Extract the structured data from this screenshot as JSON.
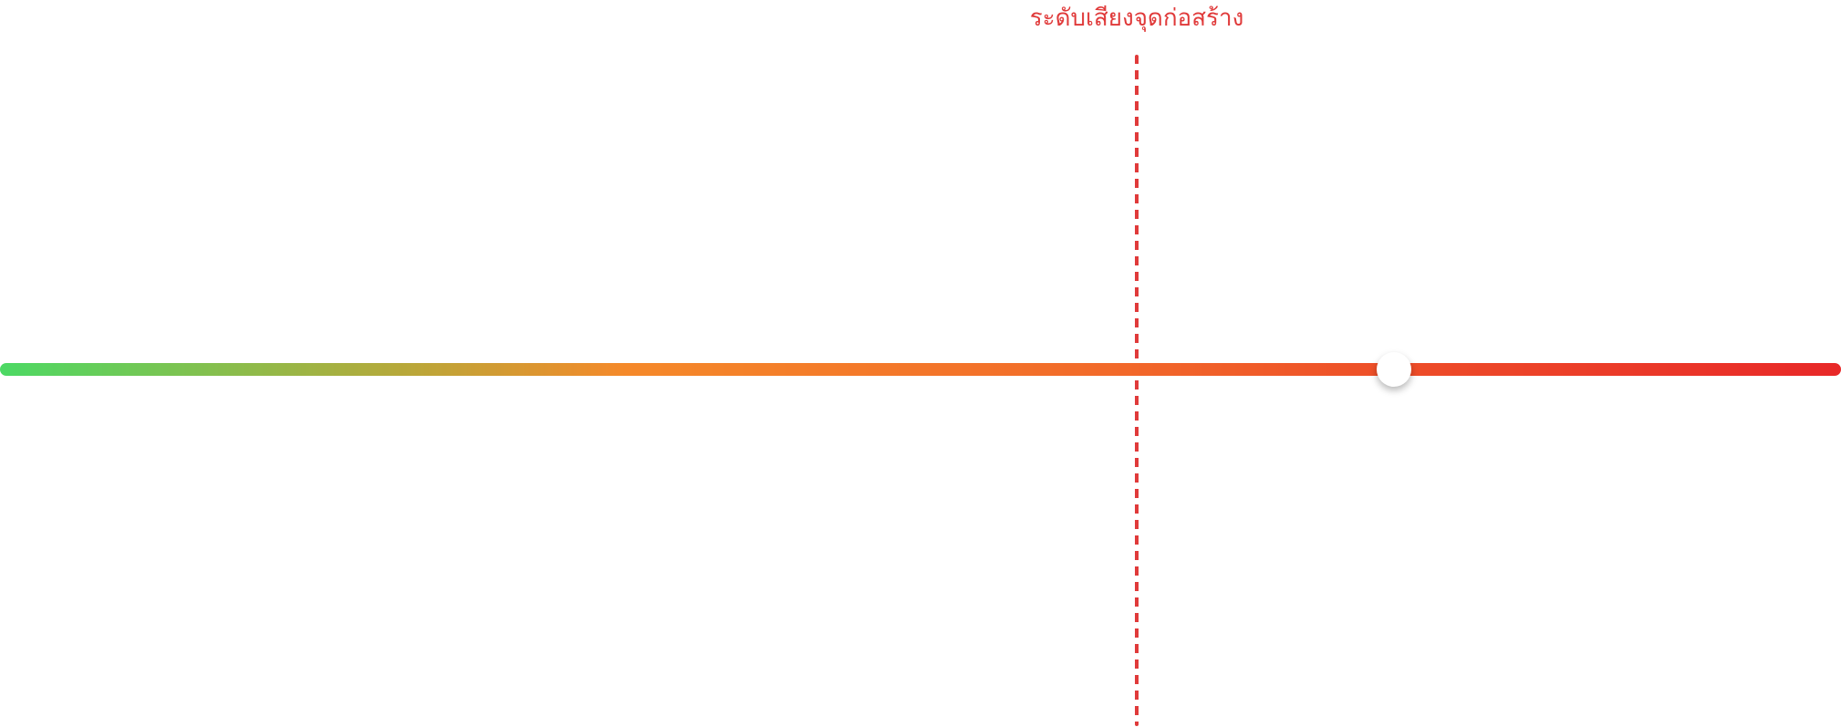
{
  "noise_meter": {
    "threshold_label": "ระดับเสียงจุดก่อสร้าง",
    "threshold_fraction": 0.617,
    "current_level_fraction": 0.757,
    "colors": {
      "low": "#4cd964",
      "mid": "#f5892a",
      "high": "#e82828",
      "threshold": "#e03a3a",
      "thumb": "#ffffff"
    }
  }
}
